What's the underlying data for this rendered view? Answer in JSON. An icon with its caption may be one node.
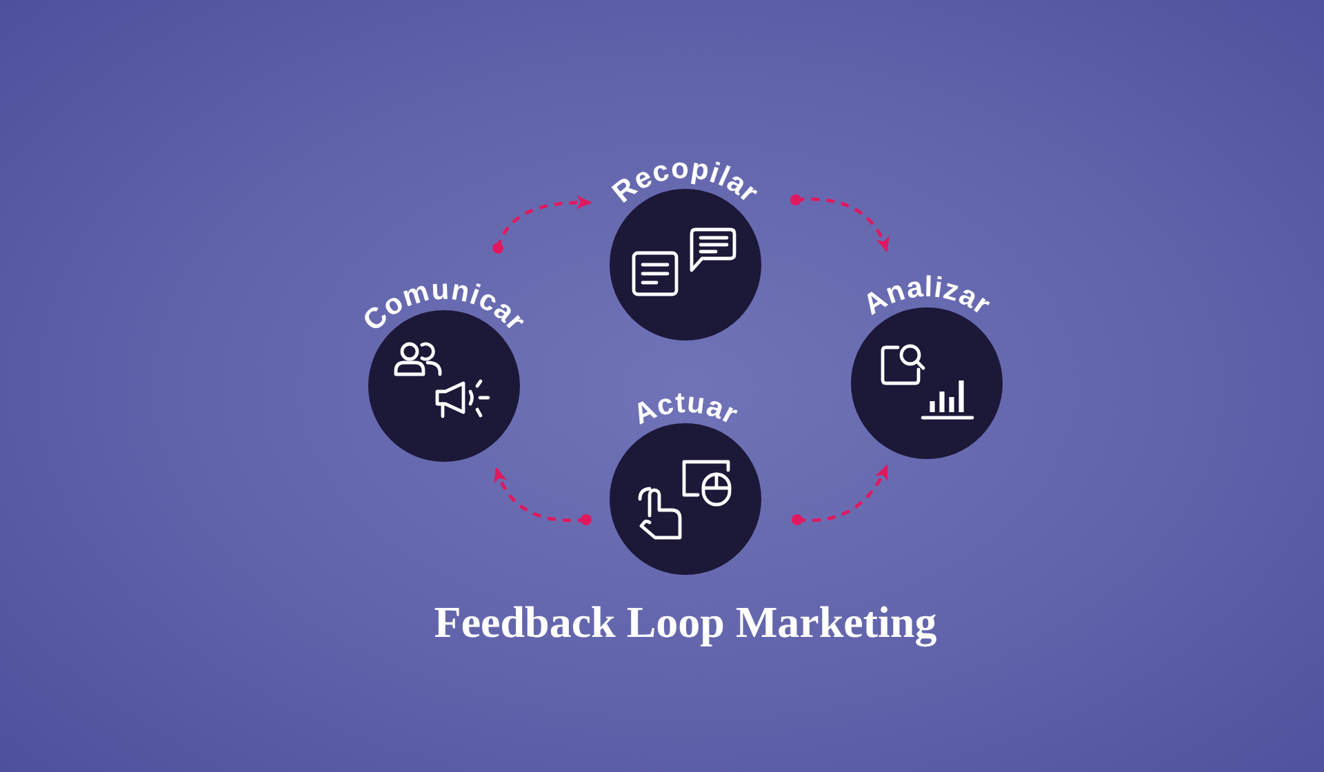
{
  "diagram": {
    "title": "Feedback Loop Marketing",
    "nodes": [
      {
        "text": [
          "Recopilar"
        ]
      },
      {
        "text": [
          "Comunicar"
        ]
      },
      {
        "text": [
          "Analizar"
        ]
      },
      {
        "text": [
          "Actuar"
        ]
      }
    ],
    "edges": [
      {
        "from": 1,
        "to": 0,
        "arrow": "to",
        "style": "dashed"
      },
      {
        "from": 0,
        "to": 2,
        "arrow": "to",
        "style": "dashed"
      },
      {
        "from": 3,
        "to": 1,
        "arrow": "to",
        "style": "dashed"
      },
      {
        "from": 3,
        "to": 2,
        "arrow": "to",
        "style": "dashed"
      }
    ]
  }
}
